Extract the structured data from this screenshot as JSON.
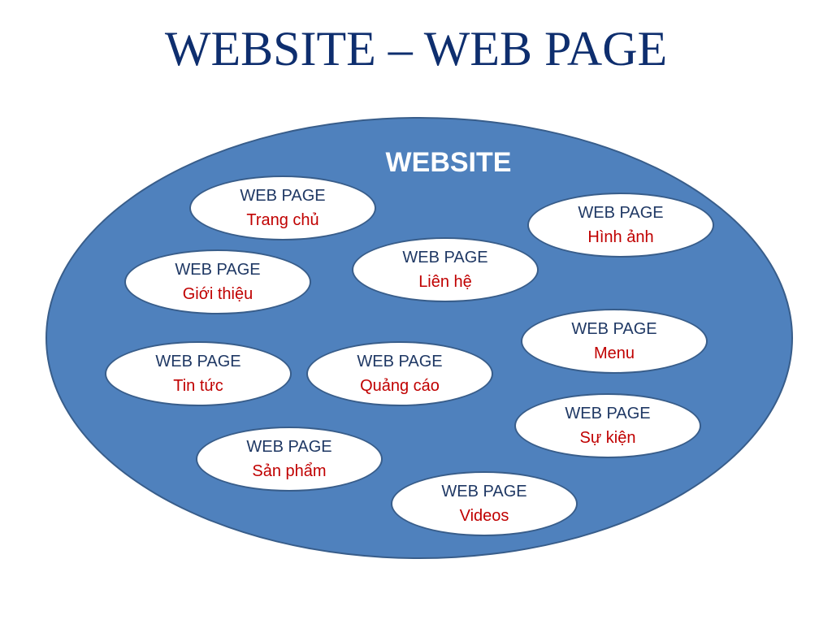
{
  "title": "WEBSITE – WEB PAGE",
  "website_label": "WEBSITE",
  "pages": [
    {
      "kind": "WEB PAGE",
      "name": "Trang chủ"
    },
    {
      "kind": "WEB PAGE",
      "name": "Hình ảnh"
    },
    {
      "kind": "WEB PAGE",
      "name": "Giới thiệu"
    },
    {
      "kind": "WEB PAGE",
      "name": "Liên hệ"
    },
    {
      "kind": "WEB PAGE",
      "name": "Menu"
    },
    {
      "kind": "WEB PAGE",
      "name": "Tin tức"
    },
    {
      "kind": "WEB PAGE",
      "name": "Quảng cáo"
    },
    {
      "kind": "WEB PAGE",
      "name": "Sự kiện"
    },
    {
      "kind": "WEB PAGE",
      "name": "Sản phẩm"
    },
    {
      "kind": "WEB PAGE",
      "name": "Videos"
    }
  ],
  "colors": {
    "title": "#0e2e6e",
    "website_fill": "#4f81bd",
    "oval_border": "#385d8a",
    "page_kind_text": "#1f3864",
    "page_name_text": "#c00000"
  }
}
